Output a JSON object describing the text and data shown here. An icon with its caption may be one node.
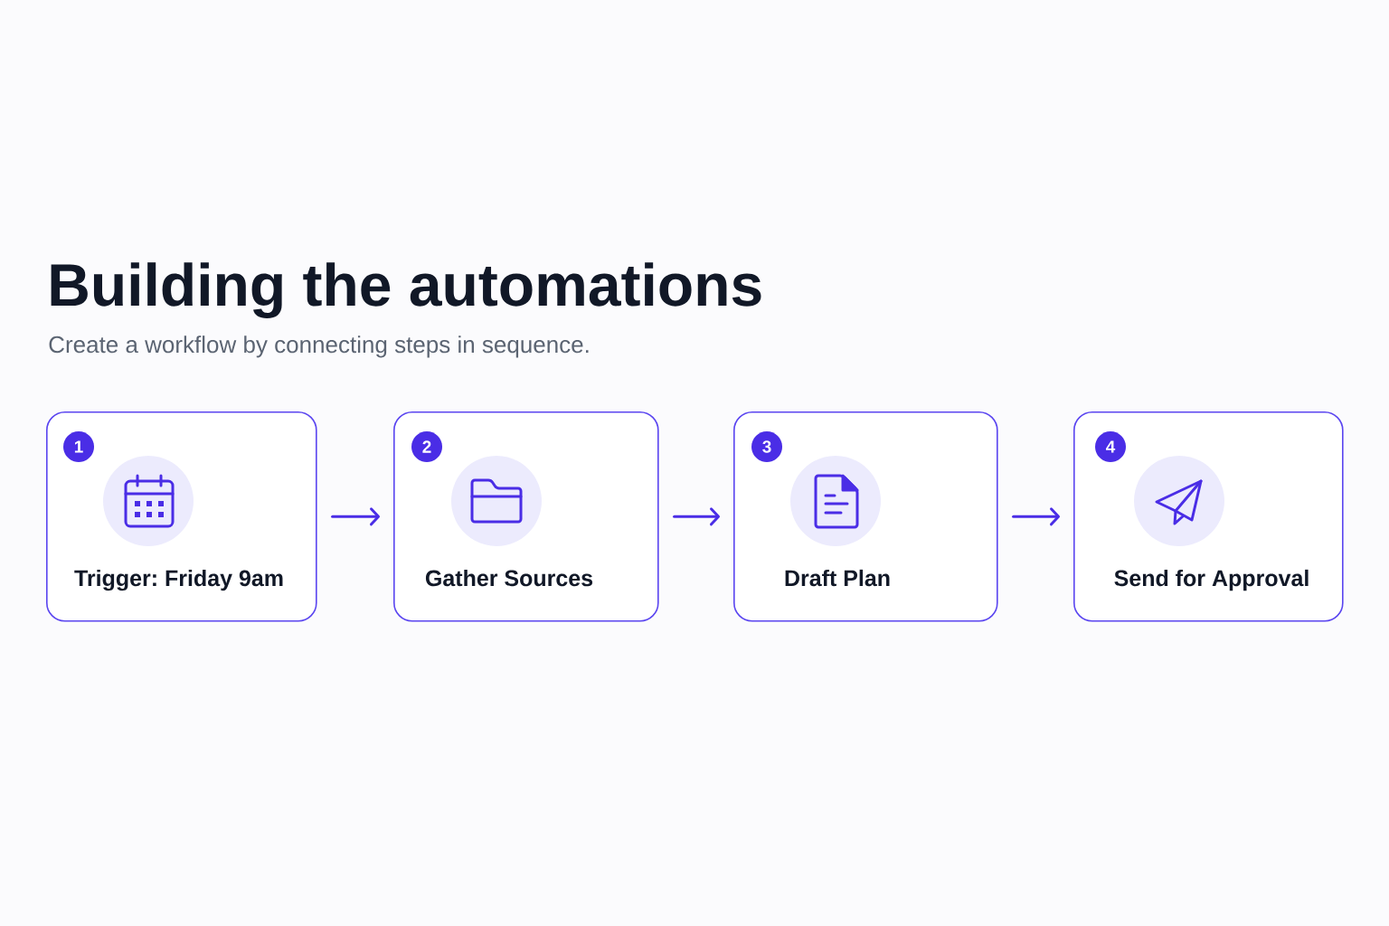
{
  "diagram": {
    "title": "Building the automations",
    "nodes": [
      {
        "text": [
          "Trigger: Friday 9am"
        ]
      },
      {
        "text": [
          "1"
        ],
        "in": 0
      },
      {
        "text": [
          "Gather Sources"
        ]
      },
      {
        "text": [
          "2"
        ],
        "in": 2
      },
      {
        "text": [
          "Draft Plan"
        ]
      },
      {
        "text": [
          "3"
        ],
        "in": 4
      },
      {
        "text": [
          "Send for Approval"
        ]
      },
      {
        "text": [
          "4"
        ],
        "in": 6
      }
    ],
    "edges": [
      {
        "from": 0,
        "to": 2,
        "arrow": "to"
      },
      {
        "from": 2,
        "to": 4,
        "arrow": "to"
      },
      {
        "from": 4,
        "to": 6,
        "arrow": "to"
      }
    ],
    "labels": [
      "Create a workflow by connecting steps in sequence."
    ]
  }
}
